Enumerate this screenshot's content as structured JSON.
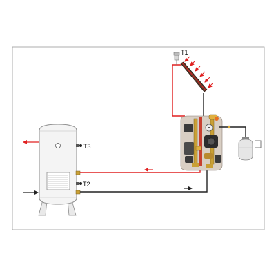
{
  "labels": {
    "collector_sensor": "T1",
    "tank_top_sensor": "T3",
    "tank_bottom_sensor": "T2"
  },
  "colors": {
    "hot_line": "#e02020",
    "cold_line": "#222222",
    "frame": "#9a9a9a",
    "tank_fill": "#f4f4f4",
    "tank_stroke": "#8c8c8c",
    "station_brass": "#c9a035",
    "station_dark": "#3a3a3a"
  },
  "icons": {
    "collector": "solar-collector-icon",
    "sun_rays": "sun-ray-arrows",
    "air_vent": "air-vent-icon",
    "pump_station": "pump-station-icon",
    "expansion_vessel": "expansion-vessel-icon",
    "storage_tank": "storage-tank-icon"
  }
}
